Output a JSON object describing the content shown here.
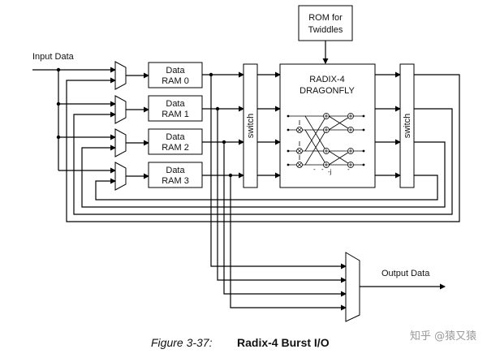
{
  "labels": {
    "input": "Input Data",
    "output": "Output Data",
    "ram": [
      "Data",
      "RAM 0",
      "Data",
      "RAM 1",
      "Data",
      "RAM 2",
      "Data",
      "RAM 3"
    ],
    "rom_line1": "ROM for",
    "rom_line2": "Twiddles",
    "radix_line1": "RADIX-4",
    "radix_line2": "DRAGONFLY",
    "switch": "switch",
    "minus_signs": [
      "-",
      "-",
      "-j",
      "-"
    ]
  },
  "caption": {
    "figure": "Figure 3-37:",
    "title": "Radix-4 Burst I/O"
  },
  "watermark": "知乎 @猿又猿"
}
